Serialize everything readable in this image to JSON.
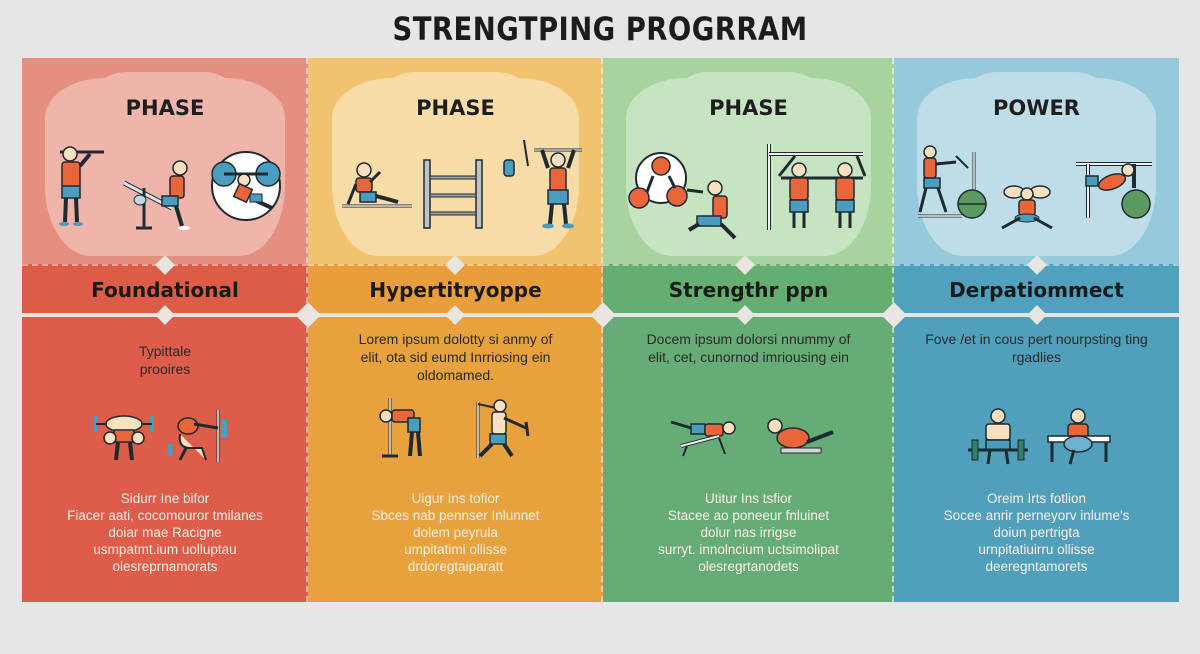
{
  "title": "STRENGTPING PROGRRAM",
  "colors": {
    "background": "#e6e6e6",
    "red": {
      "top": "#e58f80",
      "bubble": "#efb5aa",
      "band": "#dd5c48",
      "bottom": "#dd5c4a"
    },
    "orange": {
      "top": "#f1c36e",
      "bubble": "#f6dca6",
      "band": "#e89e3a",
      "bottom": "#e8a23d"
    },
    "green": {
      "top": "#a6d39e",
      "bubble": "#c6e4c1",
      "band": "#64ae72",
      "bottom": "#66ac76"
    },
    "blue": {
      "top": "#97c9dc",
      "bubble": "#bfdde8",
      "band": "#4fa1bd",
      "bottom": "#51a0bb"
    },
    "figure_shirt": "#e8663a",
    "figure_shorts": "#4a9dbf",
    "figure_skin": "#f6e0c0",
    "outline": "#1f2a30"
  },
  "columns": [
    {
      "phase_label": "PHASE",
      "band_title": "Foundational",
      "description": [
        "Typittale",
        "prooires"
      ],
      "notes": [
        "Sidurr Ine bifor",
        "Fiacer aati, cocomouror tmilanes",
        "doiar mae Racigne",
        "usmpatmt.ium uolluptau",
        "olesreprnamorats"
      ],
      "top_icons": [
        "standing-barbell-figure-icon",
        "incline-bench-figure-icon",
        "bench-press-circle-icon"
      ],
      "bottom_icons": [
        "barbell-curl-figure-icon",
        "squat-rack-figure-icon"
      ]
    },
    {
      "phase_label": "PHASE",
      "band_title": "Hypertitryoppe",
      "description": [
        "Lorem ipsum dolotty si anmy of",
        "elit, ota sid eumd Inrriosing ein",
        "oldomamed."
      ],
      "notes": [
        "Uigur Ins tofior",
        "Sbces nab pennser Inlunnet",
        "dolem peyrula",
        "umpitatimi ollisse",
        "drdoregtaiparatt"
      ],
      "top_icons": [
        "seated-stretch-figure-icon",
        "wall-bars-icon",
        "overhead-press-figure-icon"
      ],
      "bottom_icons": [
        "pole-stretch-figure-icon",
        "cable-lunge-figure-icon"
      ]
    },
    {
      "phase_label": "PHASE",
      "band_title": "Strengthr ppn",
      "description": [
        "Docem ipsum dolorsi nnummy of",
        "elit, cet, cunornod imriousing ein"
      ],
      "notes": [
        "Utitur Ins tsfior",
        "Stacee ao poneeur fnluinet",
        "dolur nas irrigse",
        "surryt. innolncium uctsimolipat",
        "olesregrtanodets"
      ],
      "top_icons": [
        "kettlebell-circle-icon",
        "lunge-figure-icon",
        "pullup-bar-figures-icon"
      ],
      "bottom_icons": [
        "bench-leg-raise-figure-icon",
        "crunch-figure-icon"
      ]
    },
    {
      "phase_label": "POWER",
      "band_title": "Derpatiommect",
      "description": [
        "Fove /et in cous pert nourpsting ting",
        "rgadlies"
      ],
      "notes": [
        "Oreim Irts fotlion",
        "Socee anrir perneyorv inlume's",
        "doiun pertrigta",
        "urnpitatiuirru ollisse",
        "deeregntamorets"
      ],
      "top_icons": [
        "cable-machine-figure-icon",
        "sit-figure-icon",
        "dip-bar-ball-figure-icon"
      ],
      "bottom_icons": [
        "deadlift-figure-icon",
        "hip-thrust-figure-icon"
      ]
    }
  ]
}
